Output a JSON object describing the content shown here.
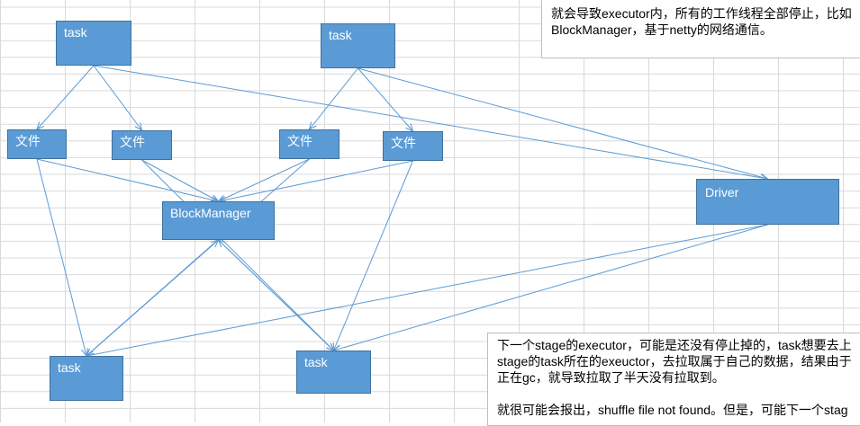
{
  "diagram": {
    "nodes": {
      "task_a": "task",
      "task_b": "task",
      "file_1": "文件",
      "file_2": "文件",
      "file_3": "文件",
      "file_4": "文件",
      "block_manager": "BlockManager",
      "driver": "Driver",
      "task_c": "task",
      "task_d": "task"
    },
    "edges": [
      [
        "task_a",
        "file_1"
      ],
      [
        "task_a",
        "file_2"
      ],
      [
        "task_b",
        "file_3"
      ],
      [
        "task_b",
        "file_4"
      ],
      [
        "task_a",
        "driver"
      ],
      [
        "task_b",
        "driver"
      ],
      [
        "file_1",
        "block_manager"
      ],
      [
        "file_2",
        "block_manager"
      ],
      [
        "file_3",
        "block_manager"
      ],
      [
        "file_4",
        "block_manager"
      ],
      [
        "file_1",
        "task_c"
      ],
      [
        "file_2",
        "task_d"
      ],
      [
        "file_3",
        "task_c"
      ],
      [
        "file_4",
        "task_d"
      ],
      [
        "block_manager",
        "task_c"
      ],
      [
        "block_manager",
        "task_d"
      ],
      [
        "task_c",
        "block_manager"
      ],
      [
        "task_d",
        "block_manager"
      ],
      [
        "driver",
        "task_c"
      ],
      [
        "driver",
        "task_d"
      ]
    ],
    "line_color": "#5b9bd5"
  },
  "notes": {
    "top": [
      "就会导致executor内，所有的工作线程全部停止，比如",
      "BlockManager，基于netty的网络通信。"
    ],
    "bottom": [
      "下一个stage的executor，可能是还没有停止掉的，task想要去上",
      "stage的task所在的exeuctor，去拉取属于自己的数据，结果由于",
      "正在gc，就导致拉取了半天没有拉取到。",
      "",
      "就很可能会报出，shuffle file not found。但是，可能下一个stag"
    ]
  }
}
